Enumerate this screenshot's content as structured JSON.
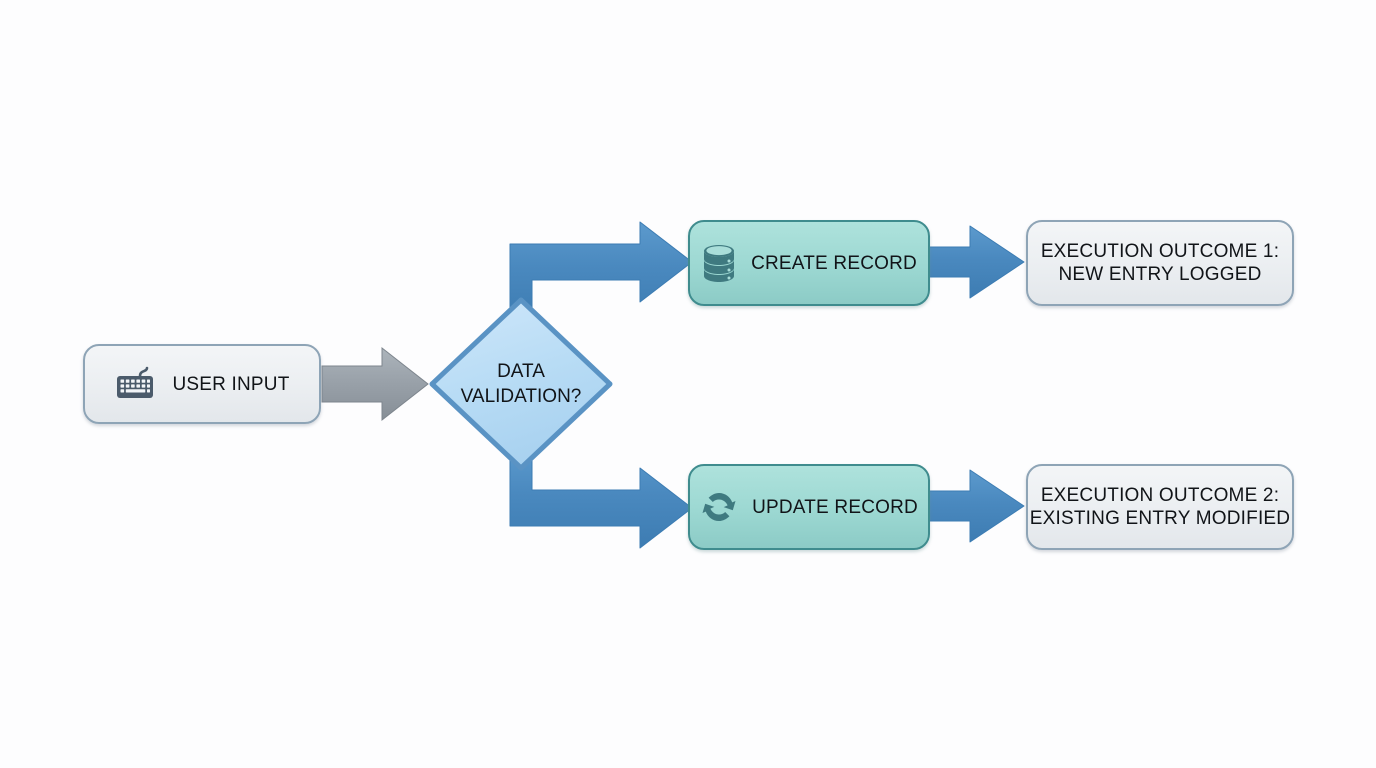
{
  "diagram": {
    "title": "Data validation branching flowchart",
    "background_color": "#fdfdfe",
    "colors": {
      "grey_fill": "#ecf0f3",
      "grey_border": "#8ea4b6",
      "teal_fill": "#9cd8d2",
      "teal_border": "#3f8c8e",
      "diamond_fill": "#b9ddf5",
      "diamond_border": "#5a93c4",
      "blue_arrow": "#4a89bf",
      "grey_arrow": "#9aa2aa",
      "icon_dark": "#4b5b6b",
      "icon_teal_dark": "#3f7a80",
      "text": "#111418"
    },
    "nodes": {
      "user_input": {
        "label": "USER INPUT",
        "icon": "keyboard-icon",
        "shape": "rounded-rectangle",
        "style": "grey"
      },
      "decision": {
        "label": "DATA\nVALIDATION?",
        "shape": "diamond",
        "style": "light-blue"
      },
      "create_record": {
        "label": "CREATE RECORD",
        "icon": "database-icon",
        "shape": "rounded-rectangle",
        "style": "teal"
      },
      "update_record": {
        "label": "UPDATE RECORD",
        "icon": "refresh-sync-icon",
        "shape": "rounded-rectangle",
        "style": "teal"
      },
      "outcome_1": {
        "label": "EXECUTION OUTCOME 1:\nNEW ENTRY LOGGED",
        "shape": "rounded-rectangle",
        "style": "grey"
      },
      "outcome_2": {
        "label": "EXECUTION OUTCOME 2:\nEXISTING ENTRY MODIFIED",
        "shape": "rounded-rectangle",
        "style": "grey"
      }
    },
    "connectors": [
      {
        "name": "user-input-to-decision",
        "from": "user_input",
        "to": "decision",
        "style": "grey-block-arrow",
        "shape": "straight"
      },
      {
        "name": "decision-to-create-record",
        "from": "decision",
        "to": "create_record",
        "style": "blue-block-arrow",
        "shape": "elbow-up"
      },
      {
        "name": "decision-to-update-record",
        "from": "decision",
        "to": "update_record",
        "style": "blue-block-arrow",
        "shape": "elbow-down"
      },
      {
        "name": "create-record-to-outcome-1",
        "from": "create_record",
        "to": "outcome_1",
        "style": "blue-block-arrow",
        "shape": "straight"
      },
      {
        "name": "update-record-to-outcome-2",
        "from": "update_record",
        "to": "outcome_2",
        "style": "blue-block-arrow",
        "shape": "straight"
      }
    ]
  }
}
